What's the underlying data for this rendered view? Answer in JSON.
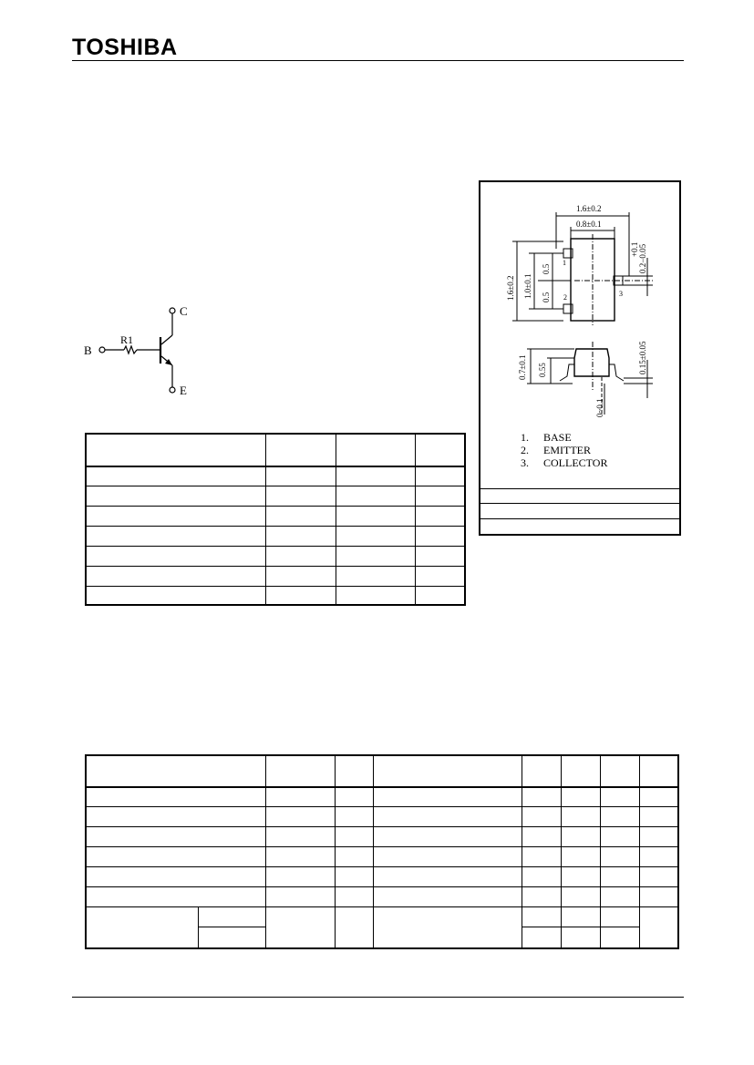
{
  "header": {
    "logo": "TOSHIBA"
  },
  "schematic": {
    "collector_label": "C",
    "base_label": "B",
    "emitter_label": "E",
    "resistor_label": "R1"
  },
  "package": {
    "dimensions": {
      "width_total": "1.6±0.2",
      "width_body": "0.8±0.1",
      "height_total": "1.6±0.2",
      "height_body": "1.0±0.1",
      "pitch_top": "0.5",
      "pitch_bottom": "0.5",
      "lead_width": "0.2−0.05",
      "lead_tol": "+0.1",
      "height_side": "0.7±0.1",
      "height_side_body": "0.55",
      "lead_thickness": "0.15±0.05",
      "standoff": "0~0.1"
    },
    "pin_numbers": [
      "1",
      "2",
      "3"
    ],
    "pins": [
      {
        "num": "1.",
        "name": "BASE"
      },
      {
        "num": "2.",
        "name": "EMITTER"
      },
      {
        "num": "3.",
        "name": "COLLECTOR"
      }
    ]
  }
}
